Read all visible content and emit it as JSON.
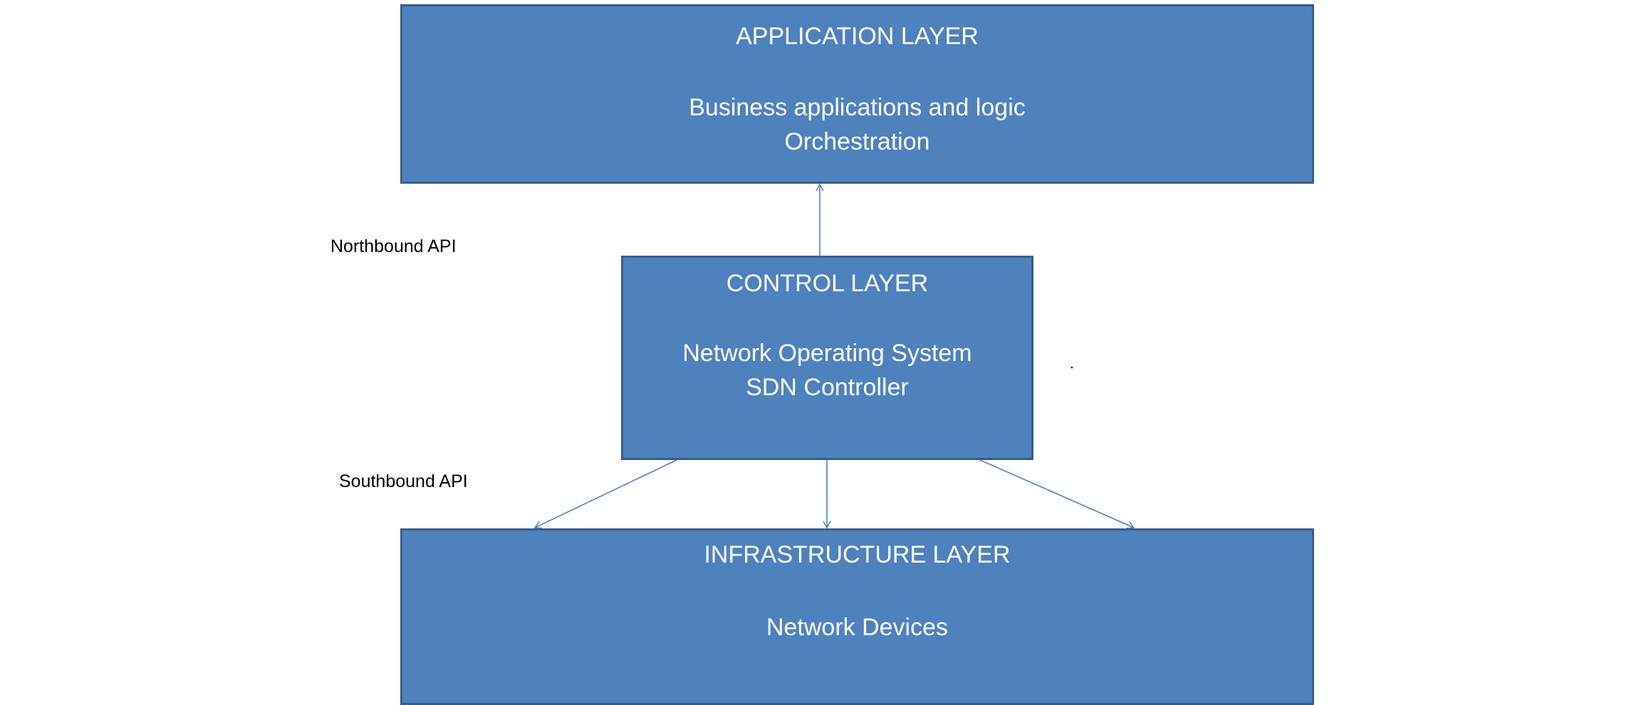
{
  "diagram": {
    "application_layer": {
      "title": "APPLICATION LAYER",
      "line1": "Business applications and logic",
      "line2": "Orchestration"
    },
    "control_layer": {
      "title": "CONTROL LAYER",
      "line1": "Network Operating System",
      "line2": "SDN Controller"
    },
    "infrastructure_layer": {
      "title": "INFRASTRUCTURE LAYER",
      "line1": "Network Devices"
    },
    "northbound_label": "Northbound API",
    "southbound_label": "Southbound API",
    "colors": {
      "box_fill": "#4f81bd",
      "box_border": "#385d8a",
      "arrow": "#4f81bd",
      "box_text": "#ffffff",
      "label_text": "#000000"
    }
  }
}
